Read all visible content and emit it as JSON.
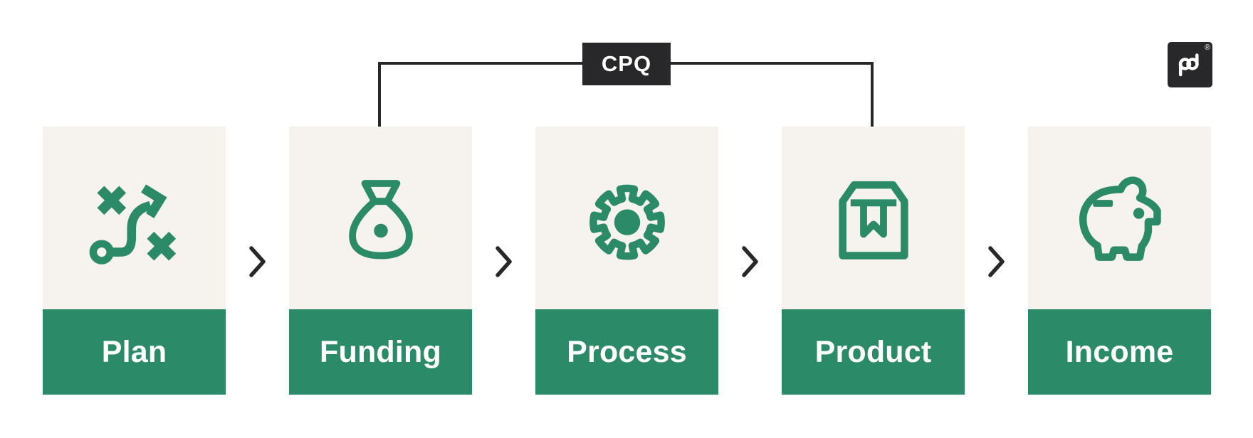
{
  "steps": [
    {
      "label": "Plan",
      "icon": "strategy-icon"
    },
    {
      "label": "Funding",
      "icon": "money-bag-icon"
    },
    {
      "label": "Process",
      "icon": "gear-icon"
    },
    {
      "label": "Product",
      "icon": "package-icon"
    },
    {
      "label": "Income",
      "icon": "piggy-bank-icon"
    }
  ],
  "cpq_tag": {
    "label": "CPQ",
    "connects": [
      "Funding",
      "Product"
    ]
  },
  "logo": {
    "mark": "pd",
    "registered_symbol": "®"
  },
  "colors": {
    "green": "#2b8a67",
    "beige": "#f6f2ed",
    "dark": "#28282a",
    "label_text": "#ffffff"
  }
}
